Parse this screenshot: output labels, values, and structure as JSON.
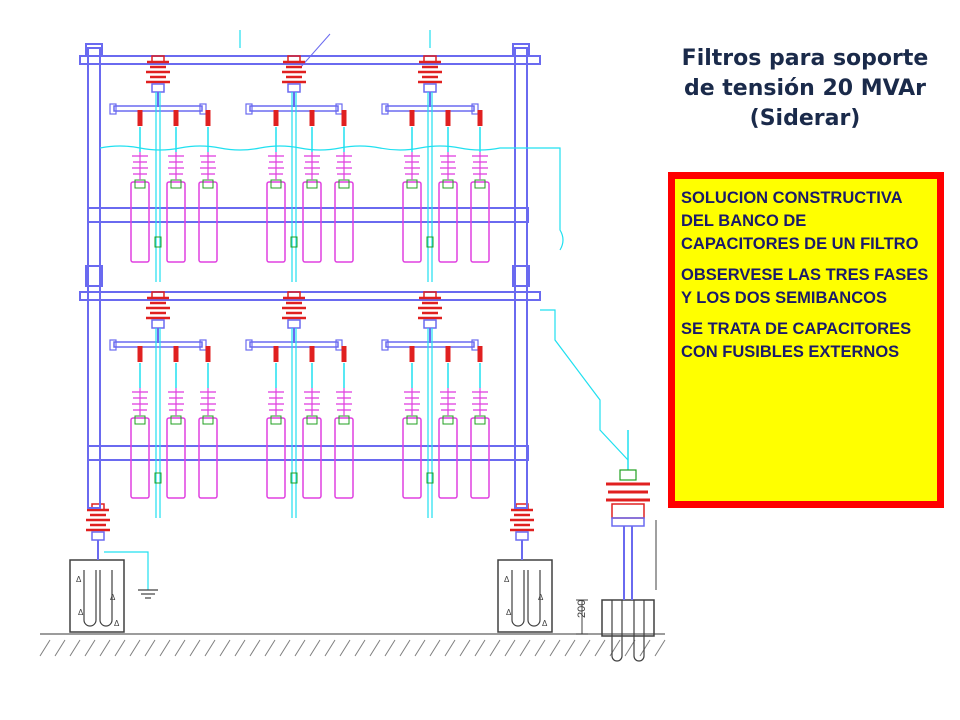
{
  "title": {
    "line1": "Filtros para soporte",
    "line2": "de tensión 20 MVAr",
    "line3": "(Siderar)"
  },
  "notes": {
    "p1": "SOLUCION CONSTRUCTIVA DEL BANCO DE CAPACITORES DE UN FILTRO",
    "p2": "OBSERVESE LAS TRES FASES Y LOS DOS SEMIBANCOS",
    "p3": "SE TRATA DE CAPACITORES CON FUSIBLES EXTERNOS"
  },
  "dimension_label": "200",
  "colors": {
    "frame": "#6a6af0",
    "capacitor": "#e040e0",
    "insulator": "#e02020",
    "wiring": "#20e0f0",
    "ground": "#20a020",
    "foundation": "#404040",
    "note_border": "#ff0000",
    "note_fill": "#ffff00"
  }
}
